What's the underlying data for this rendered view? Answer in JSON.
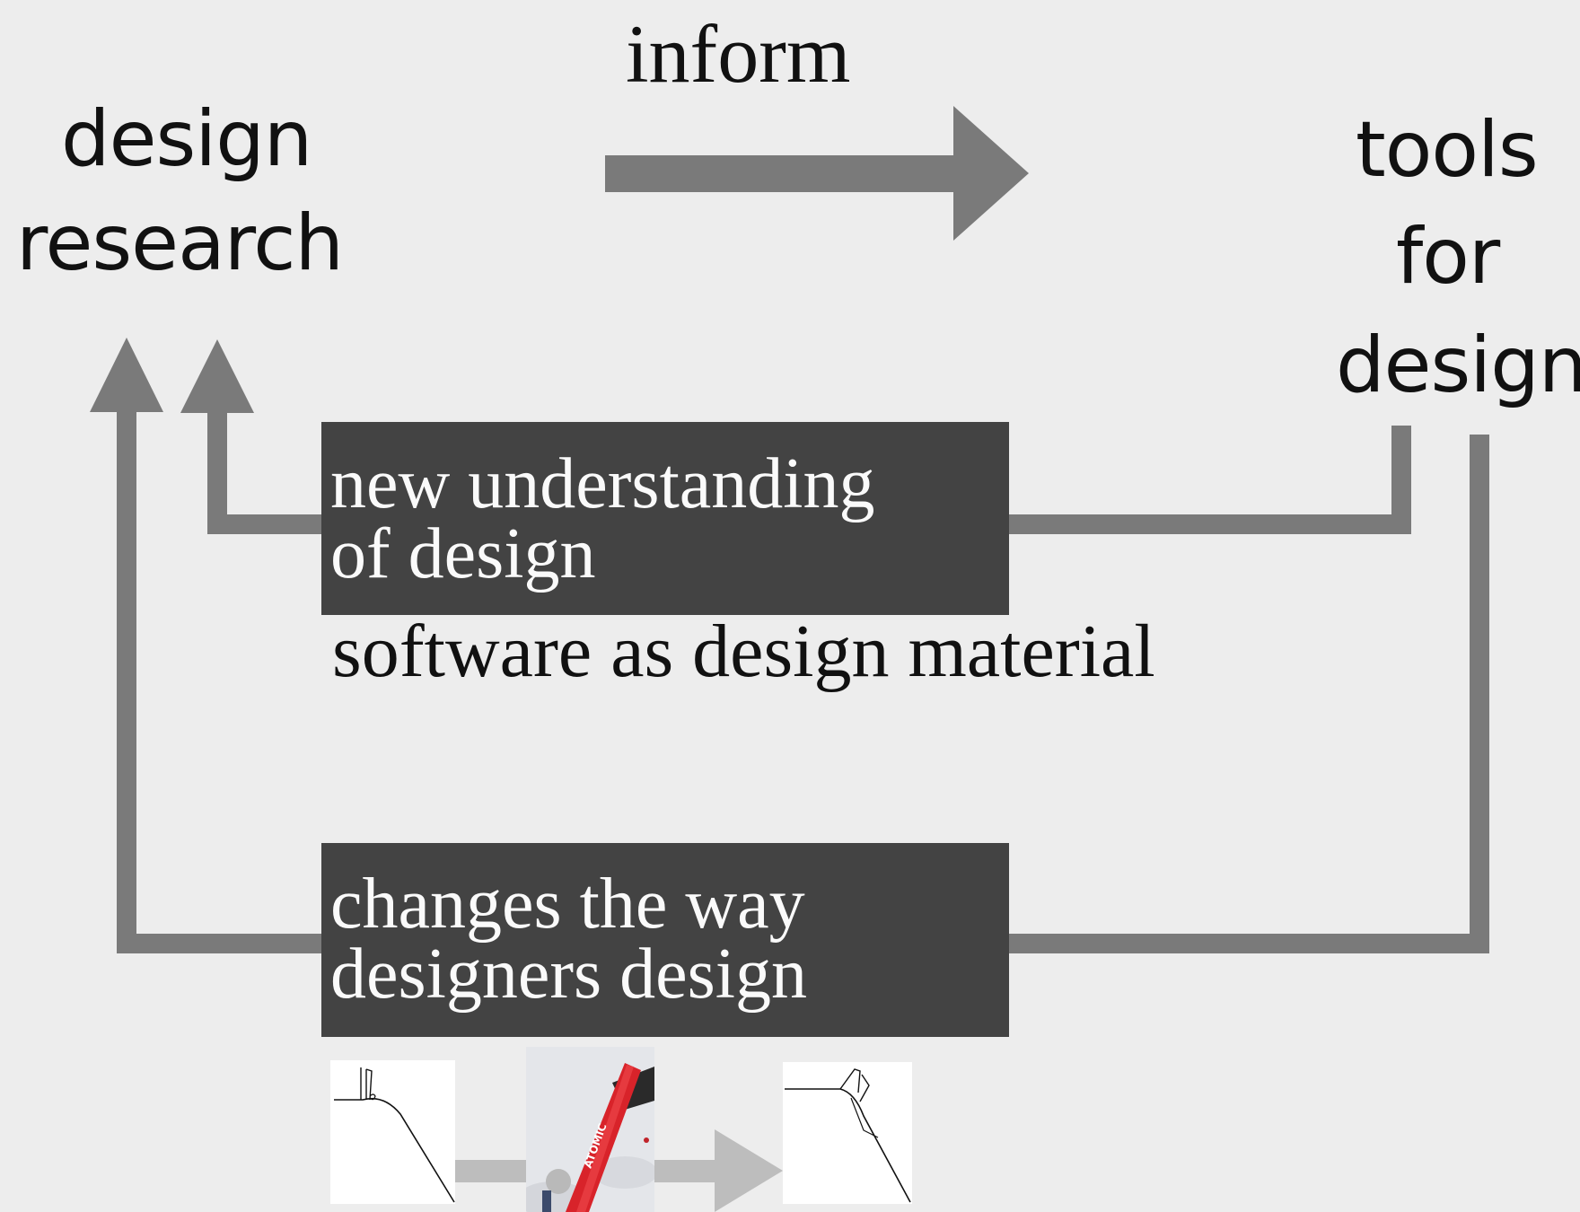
{
  "nodes": {
    "design_research": [
      "design",
      "research"
    ],
    "tools_for_design": [
      "tools",
      "for",
      "design"
    ]
  },
  "edges": {
    "inform": "inform"
  },
  "boxes": {
    "new_understanding": [
      "new understanding",
      "of design"
    ],
    "changes_way": [
      "changes the way",
      "designers design"
    ]
  },
  "caption": {
    "software_material": "software as design material"
  },
  "photo": {
    "ski_brand": "ATOMIC"
  },
  "colors": {
    "background": "#ededed",
    "arrow": "#7a7a7a",
    "box": "#434343",
    "light_arrow": "#bdbdbd",
    "ski_red": "#d8232a"
  }
}
